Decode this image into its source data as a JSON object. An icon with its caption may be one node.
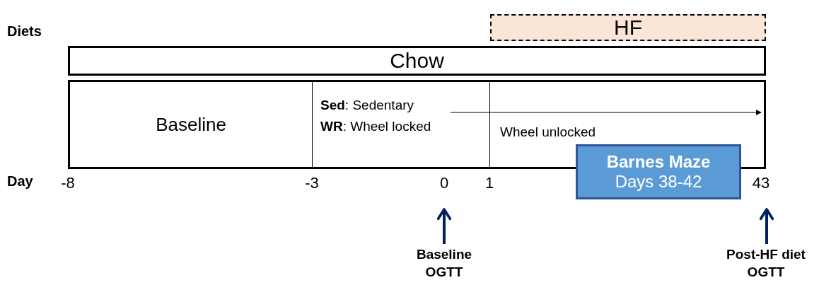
{
  "diagram": {
    "nodes": [
      {
        "text": [
          "HF"
        ]
      },
      {
        "text": [
          "Chow"
        ]
      },
      {
        "text": [
          "Baseline"
        ]
      },
      {
        "text": [
          "**Sed**: Sedentary",
          "**WR**: Wheel locked"
        ]
      },
      {
        "text": [
          "Wheel unlocked"
        ]
      },
      {
        "text": [
          "Barnes Maze",
          "Days 38-42"
        ]
      },
      {
        "text": [
          "Baseline OGTT"
        ]
      },
      {
        "text": [
          "Post-HF diet OGTT"
        ]
      }
    ],
    "edges": [
      {
        "from": 3,
        "to": 4,
        "arrow": "to",
        "color": "#000000"
      },
      {
        "from": 6,
        "to": null,
        "arrow": "to"
      },
      {
        "from": 7,
        "to": null,
        "arrow": "to"
      }
    ],
    "labels": [
      "Diets",
      "Day",
      "-8",
      "-3",
      "0",
      "1",
      "43"
    ]
  }
}
